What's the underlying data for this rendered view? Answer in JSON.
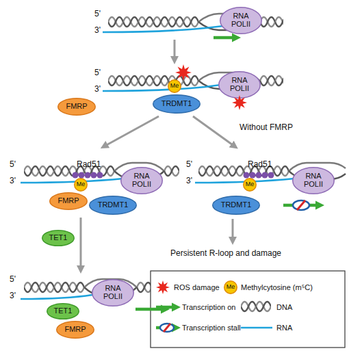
{
  "diagram": {
    "nodes": [
      {
        "text": [
          "RNA POLII"
        ]
      },
      {
        "text": [
          "Me"
        ]
      },
      {
        "text": [
          "RNA POLII"
        ]
      },
      {
        "text": [
          "TRDMT1"
        ]
      },
      {
        "text": [
          "FMRP"
        ]
      },
      {
        "text": [
          "Me"
        ]
      },
      {
        "text": [
          "RNA POLII"
        ]
      },
      {
        "text": [
          "FMRP"
        ]
      },
      {
        "text": [
          "TRDMT1"
        ]
      },
      {
        "text": [
          "Me"
        ]
      },
      {
        "text": [
          "RNA POLII"
        ]
      },
      {
        "text": [
          "TRDMT1"
        ]
      },
      {
        "text": [
          "TET1"
        ]
      },
      {
        "text": [
          "RNA POLII"
        ]
      },
      {
        "text": [
          "TET1"
        ]
      },
      {
        "text": [
          "FMRP"
        ]
      },
      {
        "text": [
          "Me"
        ]
      }
    ],
    "labels": [
      "5'",
      "3'",
      "5'",
      "3'",
      "Without FMRP",
      "5'",
      "3'",
      "Rad51",
      "5'",
      "3'",
      "Rad51",
      "Persistent R-loop and damage",
      "5'",
      "3'"
    ],
    "legend": [
      {
        "text": "ROS damage"
      },
      {
        "text": "Methylcytosine (m⁵C)"
      },
      {
        "text": "Transcription on"
      },
      {
        "text": "DNA"
      },
      {
        "text": "Transcription stall"
      },
      {
        "text": "RNA"
      }
    ]
  }
}
